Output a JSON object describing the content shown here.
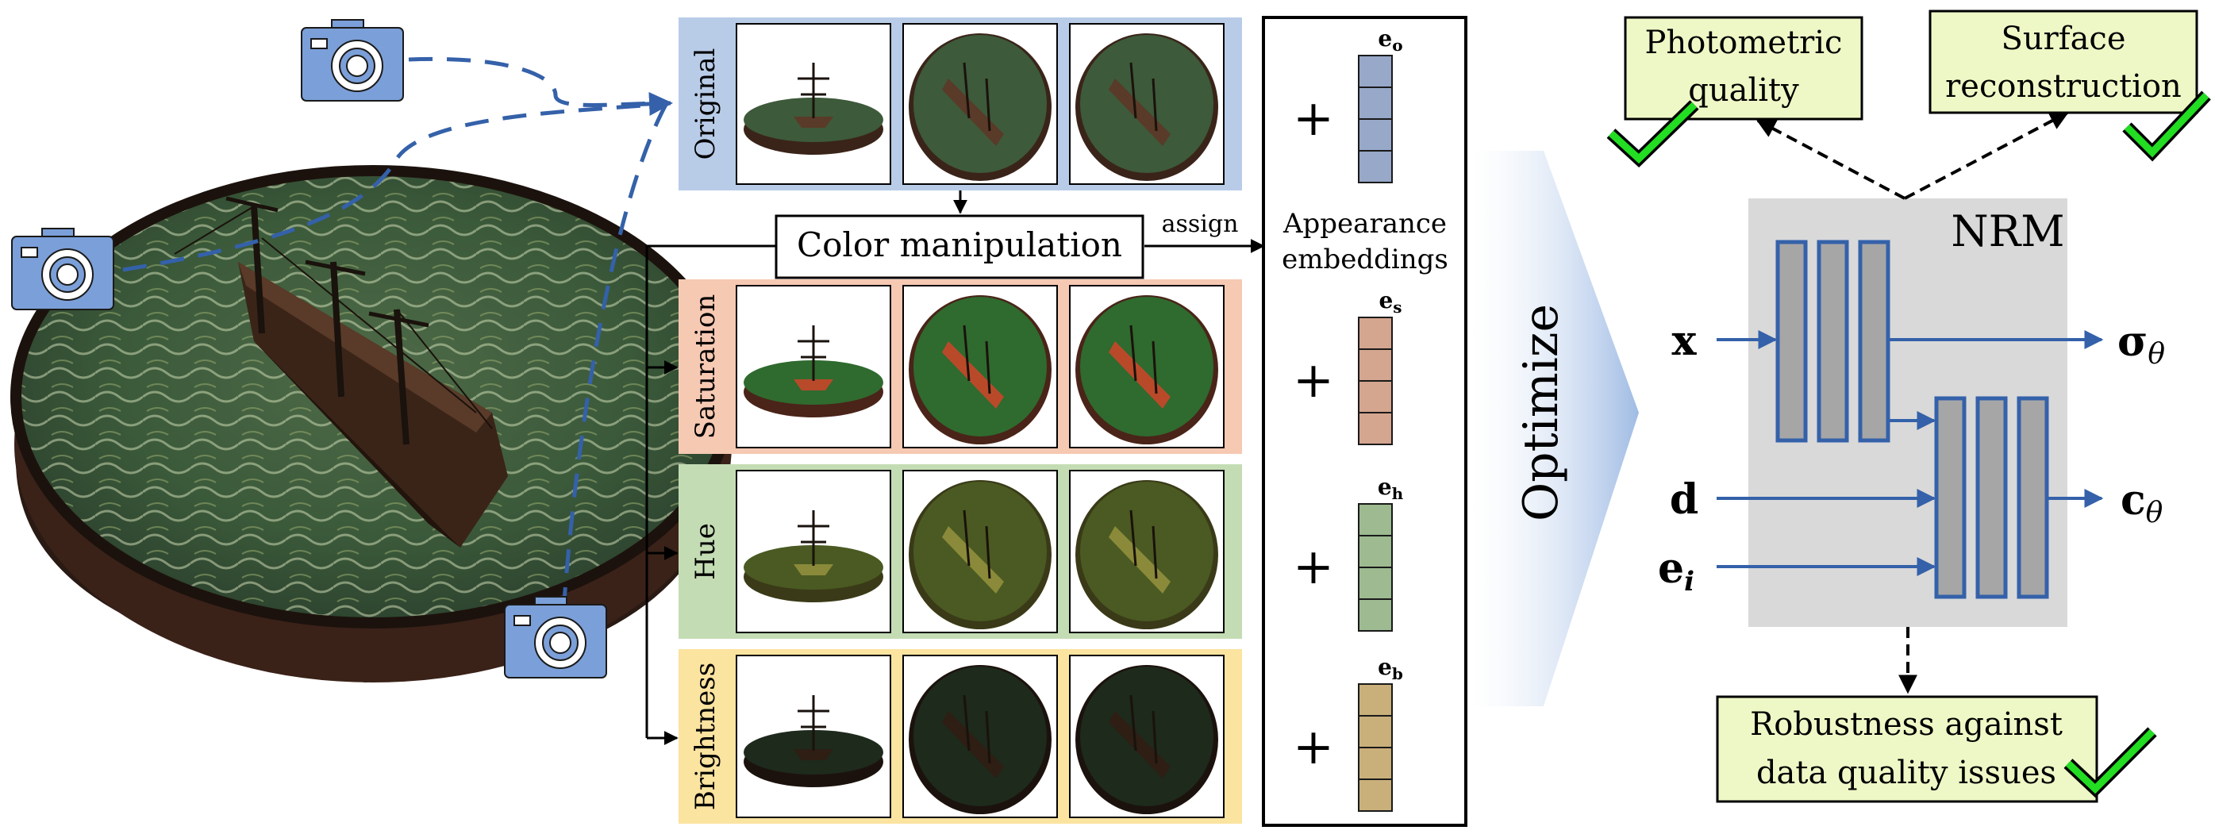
{
  "rows": [
    {
      "key": "original",
      "label": "Original",
      "bg": "#b8cce8",
      "embed_sub": "o",
      "embed_color": "#97a8c8"
    },
    {
      "key": "saturation",
      "label": "Saturation",
      "bg": "#f6c9b3",
      "embed_sub": "s",
      "embed_color": "#d4a58f"
    },
    {
      "key": "hue",
      "label": "Hue",
      "bg": "#c4dcb4",
      "embed_sub": "h",
      "embed_color": "#9dba90"
    },
    {
      "key": "brightness",
      "label": "Brightness",
      "bg": "#fbe3a0",
      "embed_sub": "b",
      "embed_color": "#c9b07a"
    }
  ],
  "color_manipulation": "Color manipulation",
  "assign": "assign",
  "appearance_embeddings": [
    "Appearance",
    "embeddings"
  ],
  "embedding_letter": "e",
  "plus": "+",
  "optimize": "Optimize",
  "nrm": {
    "title": "NRM",
    "inputs": [
      "x",
      "d",
      "e"
    ],
    "input_e_sub": "i",
    "out_sigma": "σ",
    "out_c": "c",
    "out_sub": "θ"
  },
  "checks": {
    "photometric": [
      "Photometric",
      "quality"
    ],
    "surface": [
      "Surface",
      "reconstruction"
    ],
    "robustness": [
      "Robustness against",
      "data quality issues"
    ]
  },
  "colors": {
    "arrow_blue": "#3461a9",
    "camera_fill": "#7b9fd8",
    "check_green": "#22dd22",
    "label_box": "#eef8c6",
    "nrm_bg": "#d9d9d9",
    "layer_fill": "#a6a6a6",
    "optimize_arrow": "#a9c2e6"
  }
}
